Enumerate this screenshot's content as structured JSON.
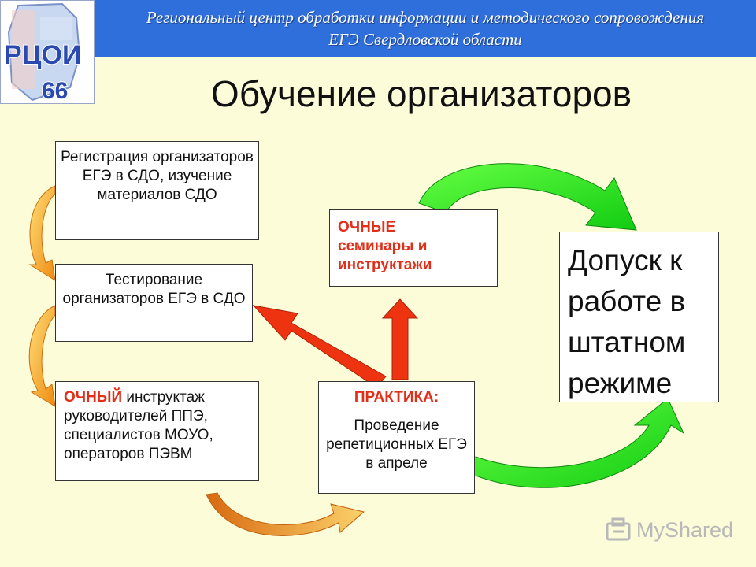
{
  "header": {
    "line1": "Региональный центр обработки информации и методического сопровождения",
    "line2": "ЕГЭ Свердловской области"
  },
  "logo": {
    "text": "РЦОИ",
    "number": "66"
  },
  "title": "Обучение организаторов",
  "boxes": {
    "registration": "Регистрация организаторов ЕГЭ в СДО, изучение материалов СДО",
    "testing": "Тестирование организаторов ЕГЭ в СДО",
    "briefing_label": "ОЧНЫЙ",
    "briefing_text": " инструктаж руководителей ППЭ, специалистов МОУО, операторов ПЭВМ",
    "seminars_label": "ОЧНЫЕ",
    "seminars_text": "семинары и инструктажи",
    "practice_label": "ПРАКТИКА:",
    "practice_text": "Проведение репетиционных ЕГЭ в апреле",
    "admission": "Допуск к работе в штатном режиме"
  },
  "watermark": "MyShared",
  "colors": {
    "header": "#2f6fdc",
    "arrow_orange": "#f7a01a",
    "arrow_green": "#22ee22",
    "arrow_red": "#ee3311",
    "label_red": "#e0301a"
  }
}
